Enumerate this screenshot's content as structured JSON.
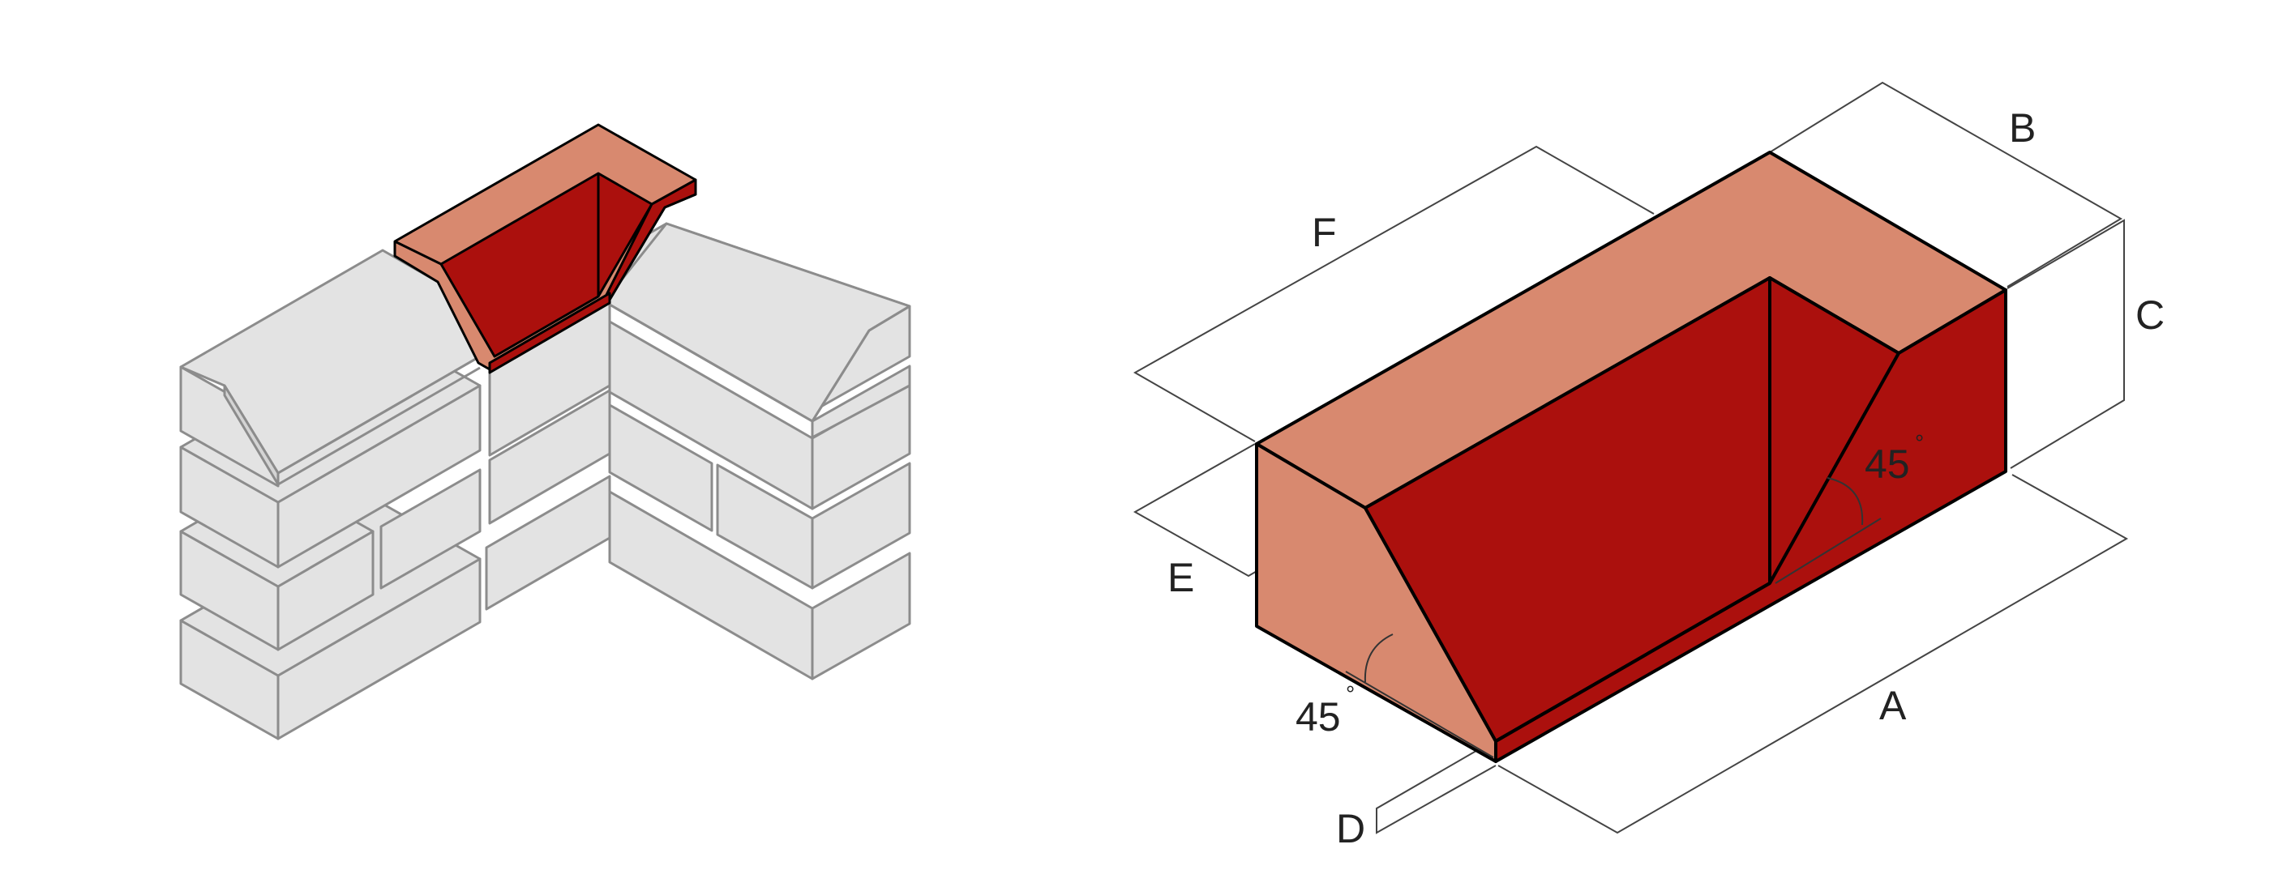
{
  "figure": {
    "left_view": {
      "title": "",
      "description": "Isometric corner wall of grey bricks with red angled coping brick at the corner"
    },
    "right_view": {
      "description": "Isometric detail of angled coping brick with dimension lines",
      "dimension_labels": {
        "A": "A",
        "B": "B",
        "C": "C",
        "D": "D",
        "E": "E",
        "F": "F"
      },
      "angles": [
        {
          "value": "45",
          "unit": "°",
          "position": "right-side"
        },
        {
          "value": "45",
          "unit": "°",
          "position": "left-bottom"
        }
      ]
    },
    "colors": {
      "brick_top_light": "#d8896f",
      "brick_face_dark": "#ab100d",
      "grey_brick_fill": "#e3e3e3",
      "grey_brick_stroke": "#8c8c8c",
      "outline": "#000000",
      "dimension_line": "#444444",
      "text": "#222222"
    }
  }
}
